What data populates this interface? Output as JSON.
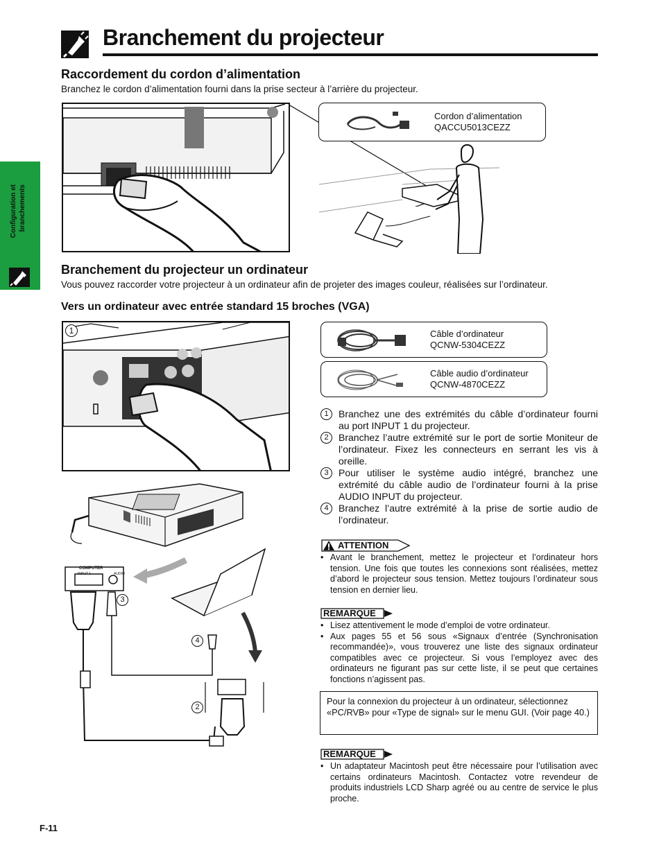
{
  "header": {
    "title": "Branchement du projecteur"
  },
  "side_tab": {
    "line1": "Configuration et",
    "line2": "branchements"
  },
  "section_power": {
    "heading": "Raccordement du cordon d’alimentation",
    "lead": "Branchez le cordon d’alimentation fourni dans la prise secteur à l’arrière du projecteur.",
    "callout_label": "Cordon d’alimentation",
    "callout_code": "QACCU5013CEZZ"
  },
  "section_computer": {
    "heading": "Branchement du projecteur un ordinateur",
    "lead": "Vous pouvez raccorder votre projecteur à un ordinateur afin de projeter des images couleur, réalisées sur l’ordinateur.",
    "subheading": "Vers un ordinateur avec entrée standard 15 broches (VGA)",
    "cable1_label": "Câble d’ordinateur",
    "cable1_code": "QCNW-5304CEZZ",
    "cable2_label": "Câble audio d’ordinateur",
    "cable2_code": "QCNW-4870CEZZ"
  },
  "steps": [
    {
      "num": "1",
      "text": "Branchez une des extrémités du câble d’ordinateur fourni au port INPUT 1 du projecteur."
    },
    {
      "num": "2",
      "text": "Branchez l’autre extrémité sur le port de sortie Moniteur de l’ordinateur. Fixez les connecteurs en serrant les vis à oreille."
    },
    {
      "num": "3",
      "text": "Pour utiliser le système audio intégré, branchez une extrémité du câble audio de l’ordinateur fourni à la prise AUDIO INPUT du projecteur."
    },
    {
      "num": "4",
      "text": "Branchez l’autre extrémité à la prise de sortie audio de l’ordinateur."
    }
  ],
  "attention": {
    "label": "ATTENTION",
    "items": [
      "Avant le branchement, mettez le projecteur et l’ordinateur hors tension. Une fois que toutes les connexions sont réalisées, mettez d’abord le projecteur sous tension. Mettez toujours l’ordinateur sous tension en dernier lieu."
    ]
  },
  "remarque1": {
    "label": "REMARQUE",
    "items": [
      "Lisez attentivement le mode d’emploi de votre ordinateur.",
      "Aux pages 55 et 56 sous «Signaux d’entrée (Synchronisation recommandée)», vous trouverez une liste des signaux ordinateur compatibles avec ce projecteur. Si vous l’employez avec des ordinateurs ne figurant pas sur cette liste, il se peut que certaines fonctions n’agissent pas."
    ]
  },
  "info_box": {
    "text": "Pour la connexion du projecteur à un ordinateur, sélectionnez «PC/RVB» pour «Type de signal» sur le menu GUI. (Voir page 40.)"
  },
  "remarque2": {
    "label": "REMARQUE",
    "items": [
      "Un adaptateur Macintosh peut être nécessaire pour l’utilisation avec certains ordinateurs Macintosh. Contactez votre revendeur de produits industriels LCD Sharp agréé ou au centre de service le plus proche."
    ]
  },
  "diagram": {
    "marker1": "1",
    "marker2": "2",
    "marker3": "3",
    "marker4": "4",
    "panel_label": "COMPUTER",
    "port_label_input": "INPUT 1",
    "port_label_audio": "AUDIO"
  },
  "footer": {
    "page_number": "F-11"
  },
  "icons": [
    "connection-icon",
    "warning-triangle-icon"
  ]
}
